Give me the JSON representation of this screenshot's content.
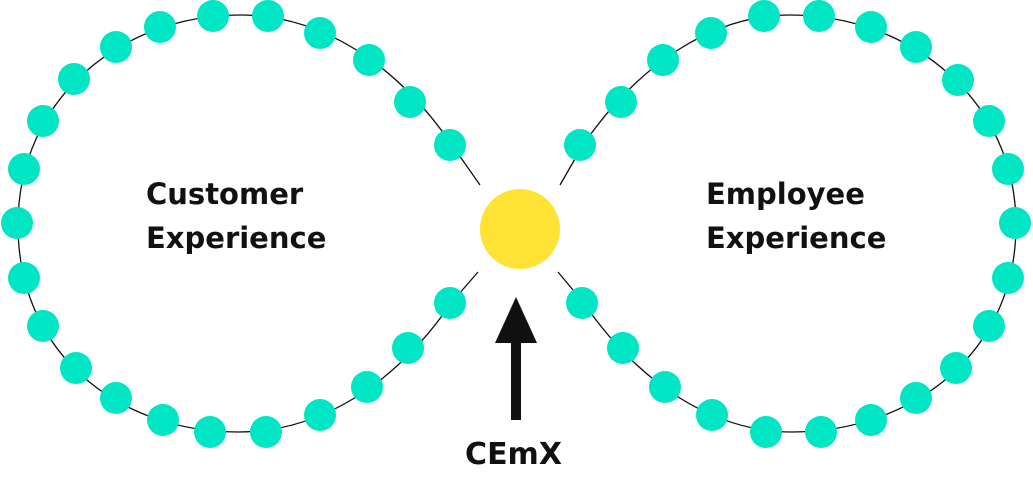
{
  "labels": {
    "left_line1": "Customer",
    "left_line2": "Experience",
    "right_line1": "Employee",
    "right_line2": "Experience",
    "bottom": "CEmX"
  },
  "colors": {
    "dot": "#00E5C3",
    "center": "#FFE233",
    "text": "#111111",
    "line": "#111111"
  }
}
